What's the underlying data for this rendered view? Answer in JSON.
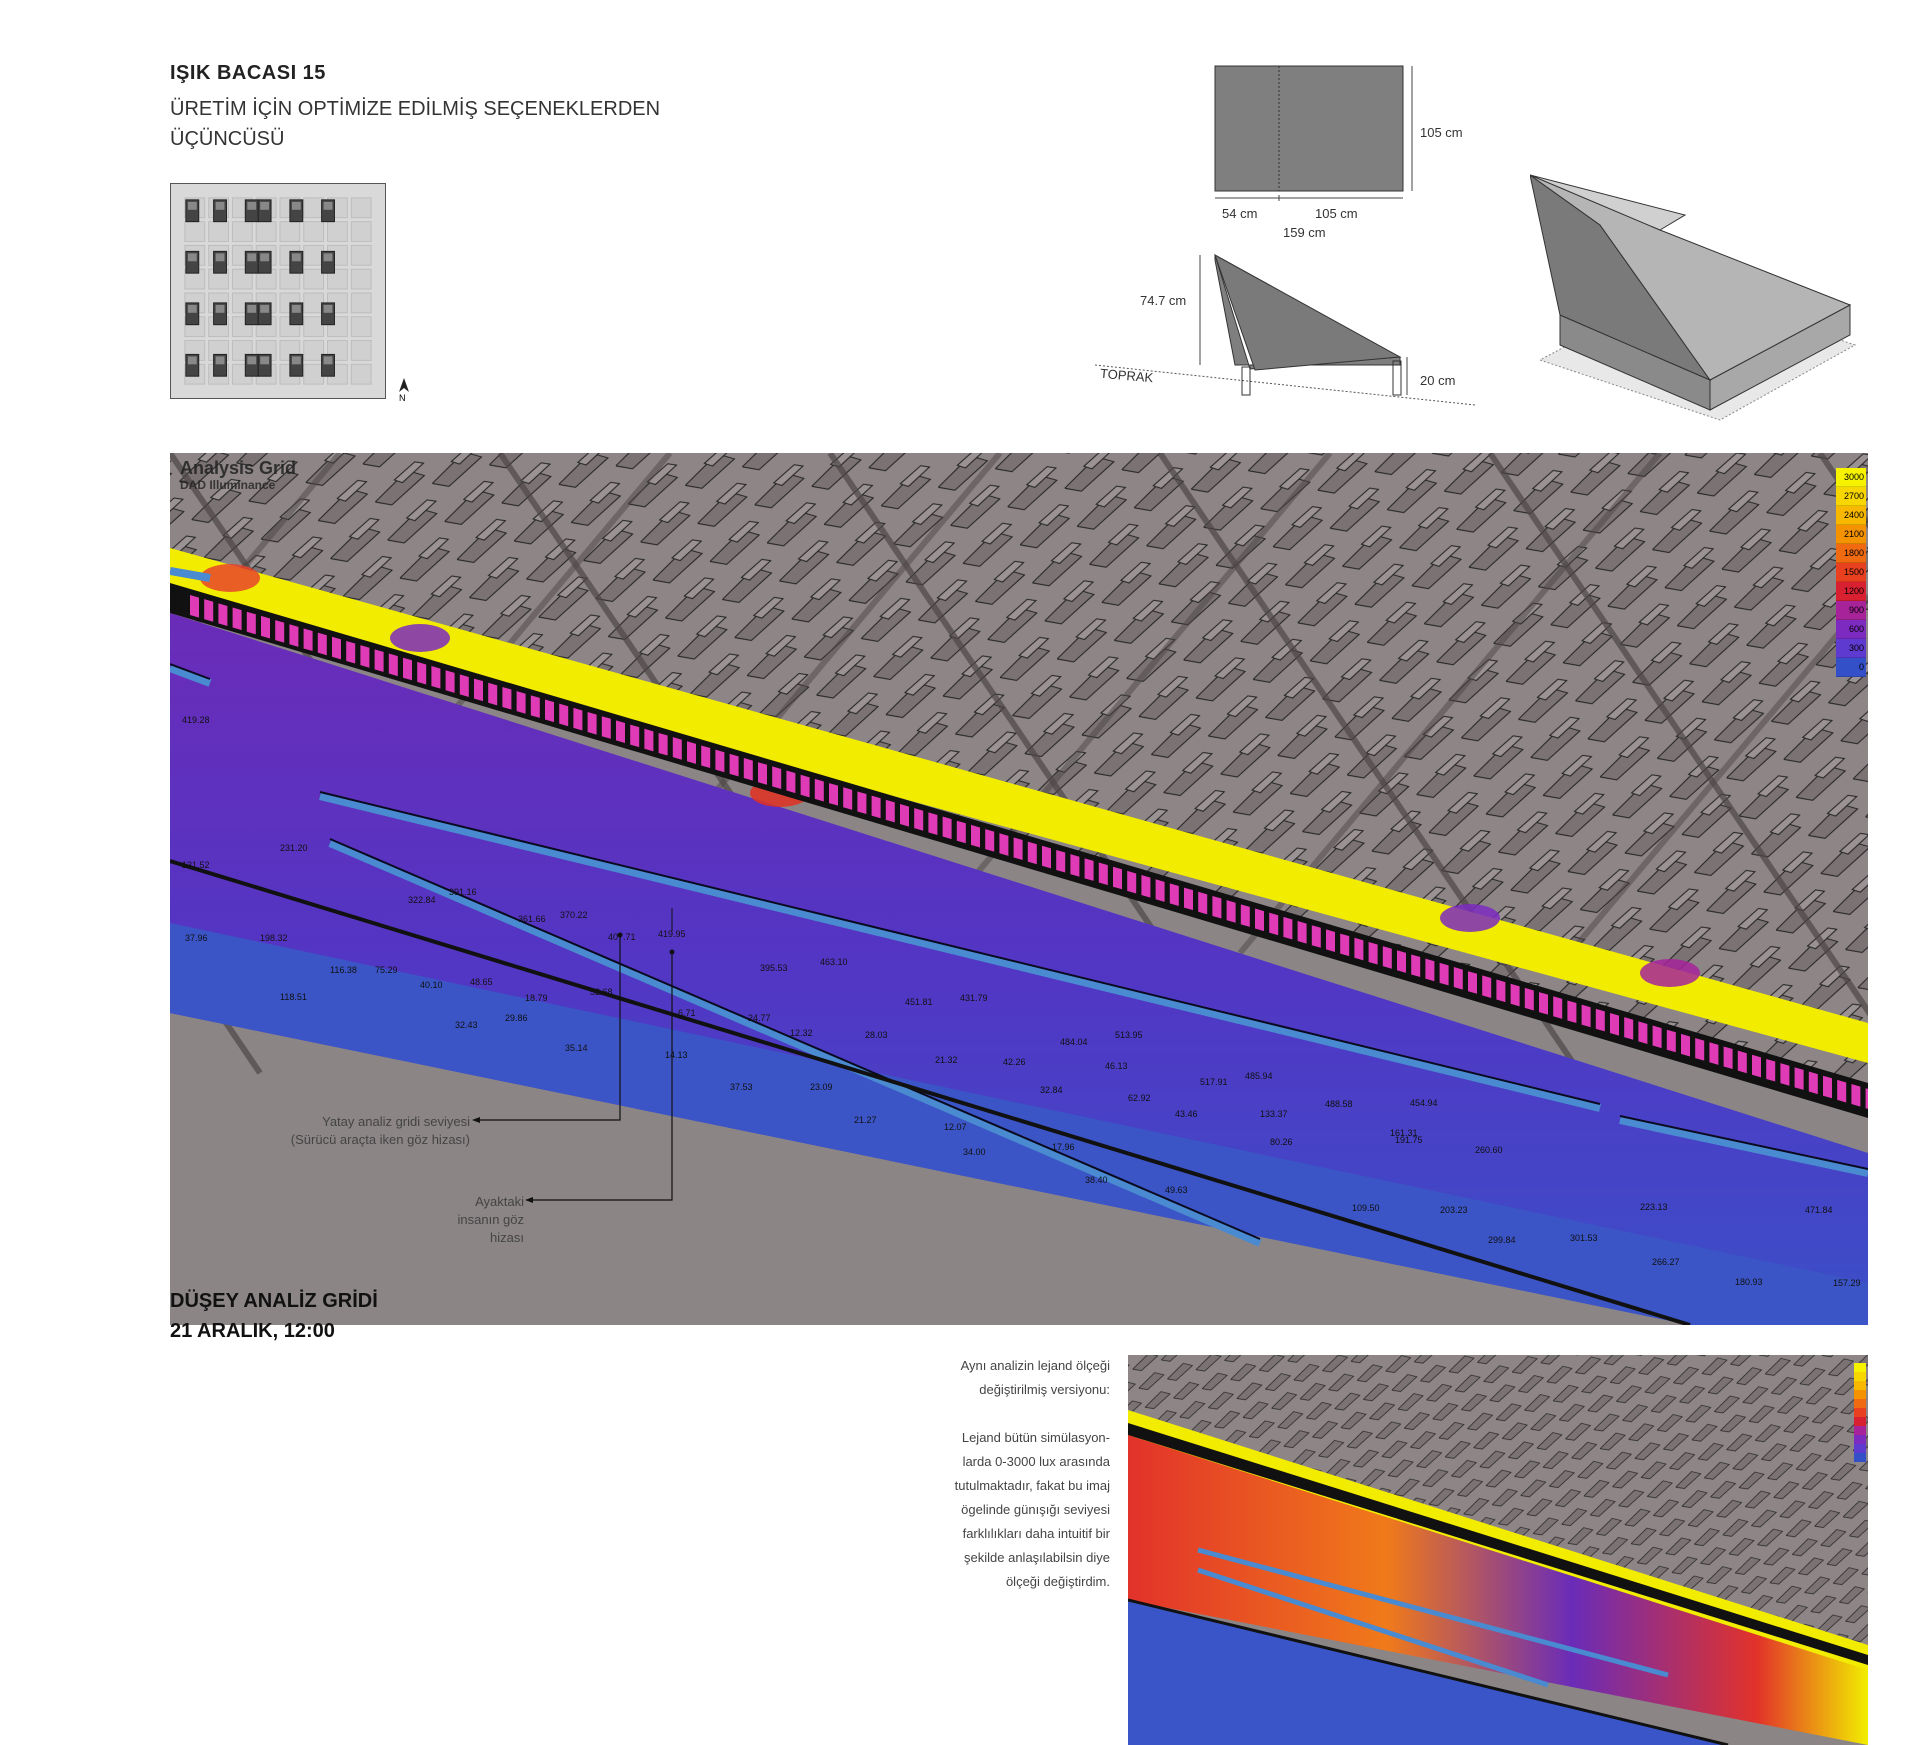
{
  "header": {
    "title": "IŞIK BACASI 15",
    "subtitle": "ÜRETİM İÇİN OPTİMİZE EDİLMİŞ SEÇENEKLERDEN ÜÇÜNCÜSÜ"
  },
  "dimensions": {
    "height_top": "105 cm",
    "width_left": "54 cm",
    "width_right": "105 cm",
    "width_total": "159 cm",
    "height_section": "74.7 cm",
    "base_height": "20 cm",
    "ground": "TOPRAK"
  },
  "viz": {
    "overlay_title": "Analysis Grid",
    "overlay_subtitle": "DAD Illuminance",
    "legend": [
      {
        "label": "3000",
        "color": "#f7f300"
      },
      {
        "label": "2700",
        "color": "#f8d700"
      },
      {
        "label": "2400",
        "color": "#f8b800"
      },
      {
        "label": "2100",
        "color": "#f59200"
      },
      {
        "label": "1800",
        "color": "#ef6a10"
      },
      {
        "label": "1500",
        "color": "#e94020"
      },
      {
        "label": "1200",
        "color": "#d82030"
      },
      {
        "label": "900",
        "color": "#a6239a"
      },
      {
        "label": "600",
        "color": "#7d2ac0"
      },
      {
        "label": "300",
        "color": "#5f3ad0"
      },
      {
        "label": "0",
        "color": "#3350c8"
      }
    ],
    "values": [
      "419.28",
      "231.20",
      "131.52",
      "322.84",
      "391.16",
      "361.66",
      "370.22",
      "407.71",
      "419.95",
      "37.96",
      "198.32",
      "116.38",
      "75.29",
      "40.10",
      "48.65",
      "18.79",
      "52.68",
      "395.53",
      "463.10",
      "118.51",
      "6.71",
      "24.77",
      "451.81",
      "431.79",
      "32.43",
      "29.86",
      "12.32",
      "28.03",
      "484.04",
      "513.95",
      "35.14",
      "14.13",
      "21.32",
      "42.26",
      "46.13",
      "517.91",
      "485.94",
      "37.53",
      "23.09",
      "32.84",
      "62.92",
      "488.58",
      "454.94",
      "21.27",
      "12.07",
      "43.46",
      "133.37",
      "161.31",
      "34.00",
      "17.96",
      "80.26",
      "191.75",
      "260.60",
      "38.40",
      "49.63",
      "109.50",
      "203.23",
      "223.13",
      "471.84",
      "299.84",
      "301.53",
      "266.27",
      "180.93",
      "157.29"
    ]
  },
  "annotations": {
    "horizontal_grid": "Yatay analiz gridi seviyesi",
    "horizontal_grid_note": "(Sürücü araçta iken göz hizası)",
    "standing_eye": "Ayaktaki insanın göz hizası",
    "standing_eye_lines": [
      "Ayaktaki",
      "insanın göz",
      "hizası"
    ]
  },
  "section": {
    "heading": "DÜŞEY ANALİZ GRİDİ",
    "date": "21 ARALIK, 12:00"
  },
  "note": {
    "lines": [
      "Aynı analizin lejand ölçeği",
      "değiştirilmiş versiyonu:",
      "",
      "Lejand bütün simülasyon-",
      "larda 0-3000 lux arasında",
      "tutulmaktadır, fakat bu imaj",
      "ögelinde günışığı seviyesi",
      "farklılıkları daha intuitif bir",
      "şekilde anlaşılabilsin diye",
      "ölçeği değiştirdim."
    ]
  }
}
